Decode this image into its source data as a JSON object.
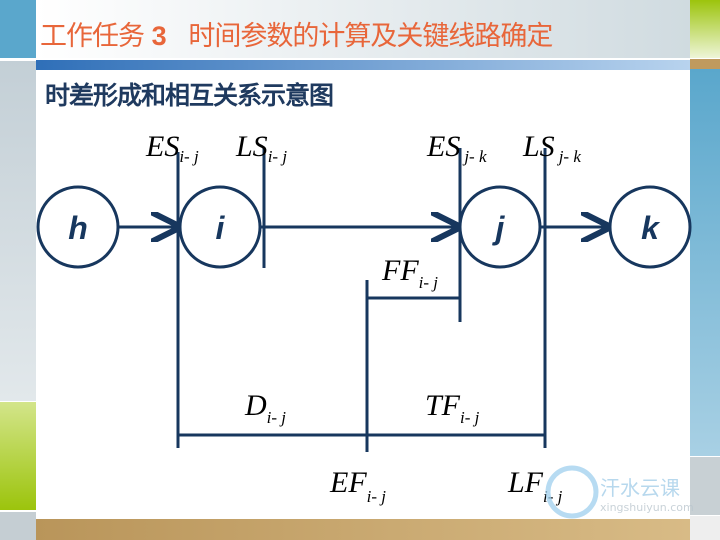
{
  "header": {
    "title_prefix": "工作任务",
    "title_number": "3",
    "title_rest": "时间参数的计算及关键线路确定"
  },
  "subtitle": "时差形成和相互关系示意图",
  "nodes": [
    "h",
    "i",
    "j",
    "k"
  ],
  "labels": {
    "es_ij": {
      "main": "ES",
      "sub": "i- j"
    },
    "ls_ij": {
      "main": "LS",
      "sub": "i- j"
    },
    "es_jk": {
      "main": "ES",
      "sub": "j- k"
    },
    "ls_jk": {
      "main": "LS",
      "sub": "j- k"
    },
    "ff_ij": {
      "main": "FF",
      "sub": "i- j"
    },
    "d_ij": {
      "main": "D",
      "sub": "i- j"
    },
    "tf_ij": {
      "main": "TF",
      "sub": "i- j"
    },
    "ef_ij": {
      "main": "EF",
      "sub": "i- j"
    },
    "lf_ij": {
      "main": "LF",
      "sub": "i- j"
    }
  },
  "watermark": {
    "name": "汗水云课",
    "url": "xingshuiyun.com"
  },
  "colors": {
    "line": "#17375e",
    "title": "#e8663a"
  }
}
